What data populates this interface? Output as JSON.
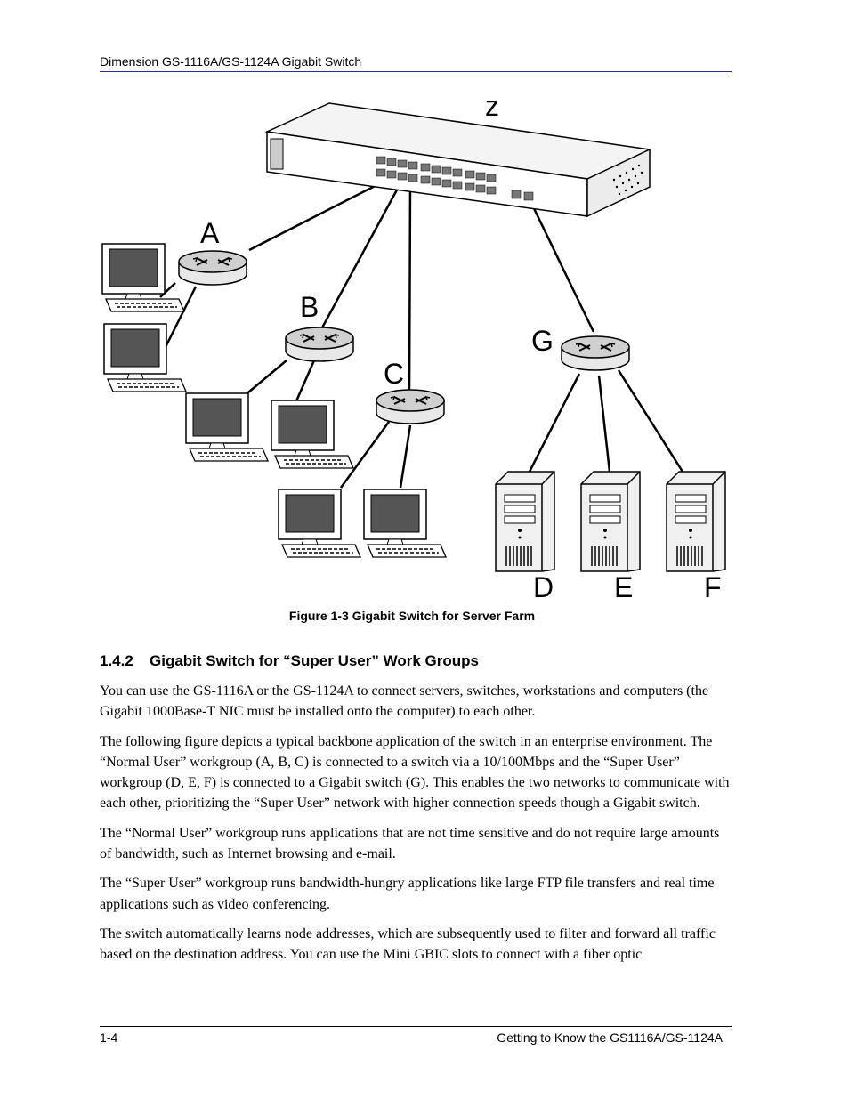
{
  "header": {
    "title": "Dimension GS-1116A/GS-1124A Gigabit Switch"
  },
  "figure": {
    "labels": {
      "z": "z",
      "a": "A",
      "b": "B",
      "c": "C",
      "g": "G",
      "d": "D",
      "e": "E",
      "f": "F"
    },
    "caption": "Figure 1-3 Gigabit Switch for Server Farm"
  },
  "section": {
    "number": "1.4.2",
    "title": "Gigabit Switch for “Super User” Work Groups"
  },
  "paragraphs": [
    "You can use the GS-1116A or the GS-1124A to connect servers, switches, workstations and computers (the Gigabit 1000Base-T NIC must be installed onto the computer) to each other.",
    "The following figure depicts a typical backbone application of the switch in an enterprise environment. The “Normal User” workgroup (A, B, C) is connected to a switch via a 10/100Mbps and the “Super User” workgroup (D, E, F) is connected to a Gigabit switch (G). This enables the two networks to communicate with each other, prioritizing the “Super User” network with higher connection speeds though a Gigabit switch.",
    "The “Normal User”  workgroup runs applications that are not time sensitive and do not require large amounts of bandwidth, such as Internet browsing and e-mail.",
    "The “Super User”  workgroup runs bandwidth-hungry applications like large FTP file transfers and real time applications such as video conferencing.",
    "The switch automatically learns node addresses, which are subsequently used to filter and forward all traffic based on the destination address. You can use the Mini GBIC slots to connect with a fiber optic"
  ],
  "footer": {
    "page": "1-4",
    "chapter": "Getting to Know the GS1116A/GS-1124A"
  }
}
